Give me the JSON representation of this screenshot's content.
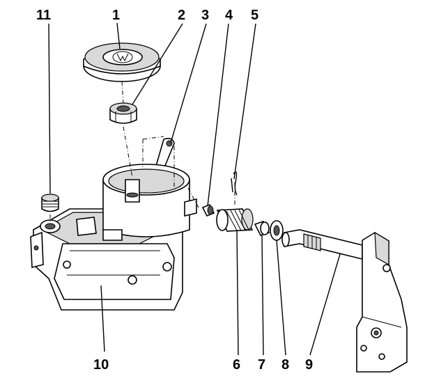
{
  "labels": {
    "l1": "1",
    "l2": "2",
    "l3": "3",
    "l4": "4",
    "l5": "5",
    "l6": "6",
    "l7": "7",
    "l8": "8",
    "l9": "9",
    "l10": "10",
    "l11": "11"
  },
  "logo_text": "VW"
}
